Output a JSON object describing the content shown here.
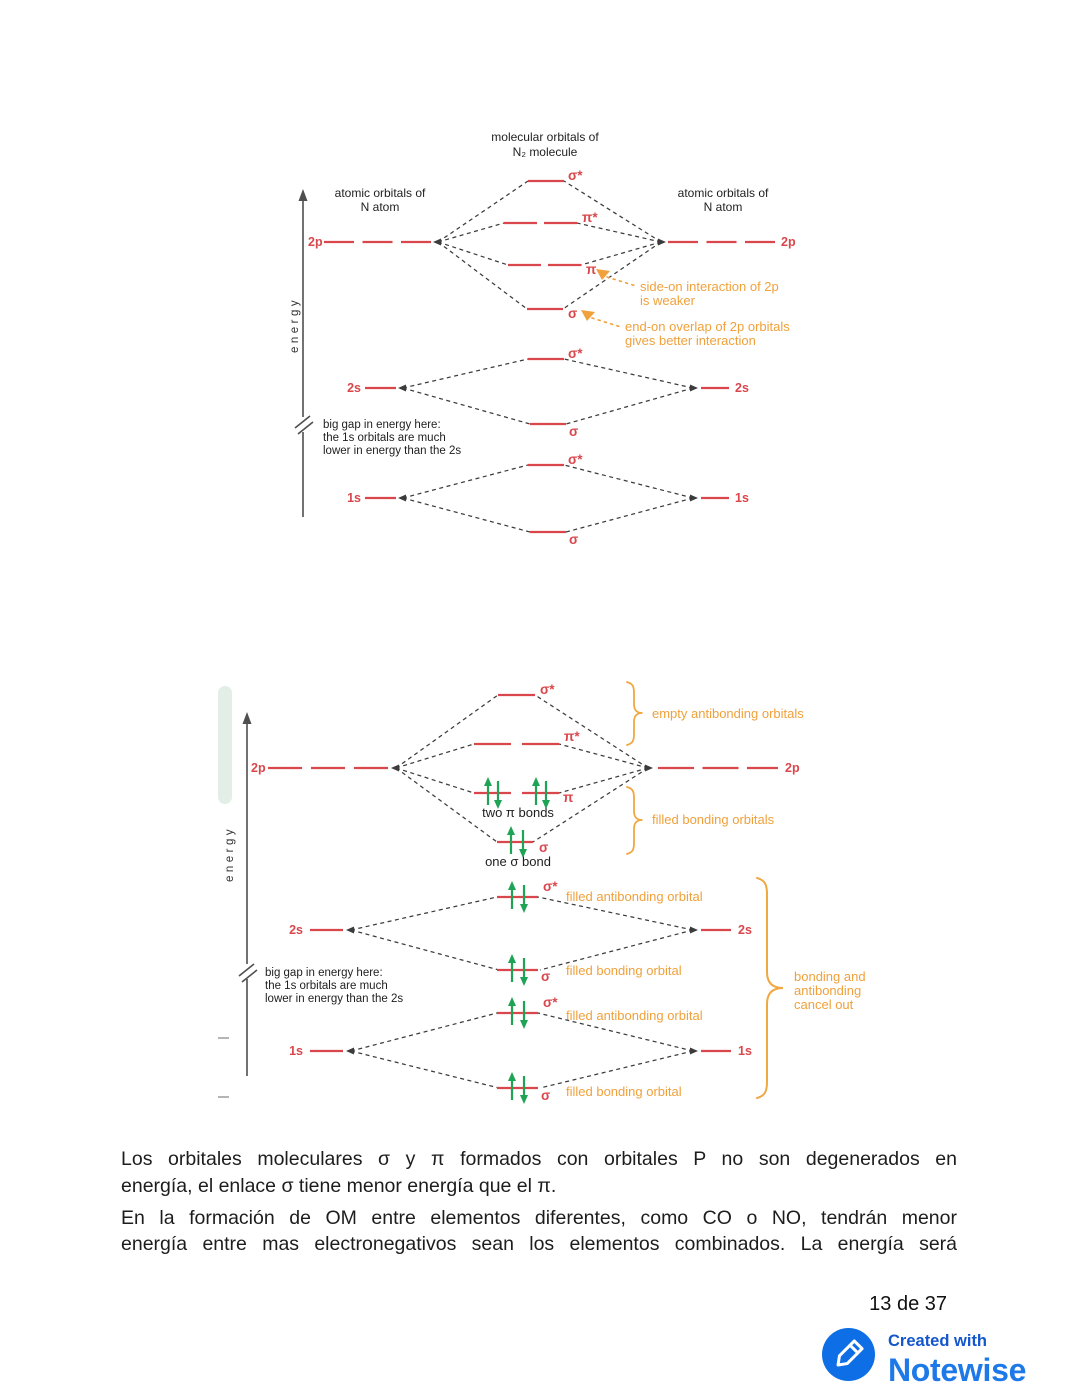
{
  "symbols": {
    "sigma_star": "σ*",
    "pi_star": "π*",
    "pi": "π",
    "sigma": "σ",
    "p_level": "2p",
    "s2_level": "2s",
    "s1_level": "1s",
    "energy": "energy"
  },
  "diagram1": {
    "title1": "molecular orbitals of",
    "title2": "N₂ molecule",
    "left_atom1": "atomic orbitals of",
    "left_atom2": "N atom",
    "right_atom1": "atomic orbitals of",
    "right_atom2": "N atom",
    "side_on1": "side-on interaction of 2p",
    "side_on2": "is weaker",
    "end_on1": "end-on overlap of 2p orbitals",
    "end_on2": "gives better interaction",
    "gap1": "big gap in energy here:",
    "gap2": "the 1s orbitals are much",
    "gap3": "lower in energy than the 2s"
  },
  "diagram2": {
    "two_pi": "two π bonds",
    "one_sigma": "one σ bond",
    "empty_anti": "empty antibonding orbitals",
    "filled_bonding_group": "filled bonding orbitals",
    "filled_anti_orbital": "filled antibonding orbital",
    "filled_bond_orbital": "filled bonding orbital",
    "cancel1": "bonding and",
    "cancel2": "antibonding",
    "cancel3": "cancel out",
    "gap1": "big gap in energy here:",
    "gap2": "the 1s orbitals are much",
    "gap3": "lower in energy than the 2s"
  },
  "body_text": {
    "p1_line1": "Los orbitales moleculares σ y π formados con orbitales P no son degenerados en",
    "p1_line2": "energía, el enlace σ tiene menor energía que el π.",
    "p2_line1": "En la formación de OM entre elementos diferentes, como CO o NO, tendrán menor",
    "p2_line2": "energía entre mas electronegativos sean los elementos combinados. La energía será"
  },
  "footer": {
    "page_indicator": "13 de 37",
    "created_with": "Created with",
    "brand": "Notewise"
  },
  "colors": {
    "level_red": "#d9474c",
    "annotation_orange": "#f0a13b",
    "electron_green": "#1fa355",
    "brand_blue": "#0d6ee6",
    "brand_text_blue": "#1e79e8"
  }
}
